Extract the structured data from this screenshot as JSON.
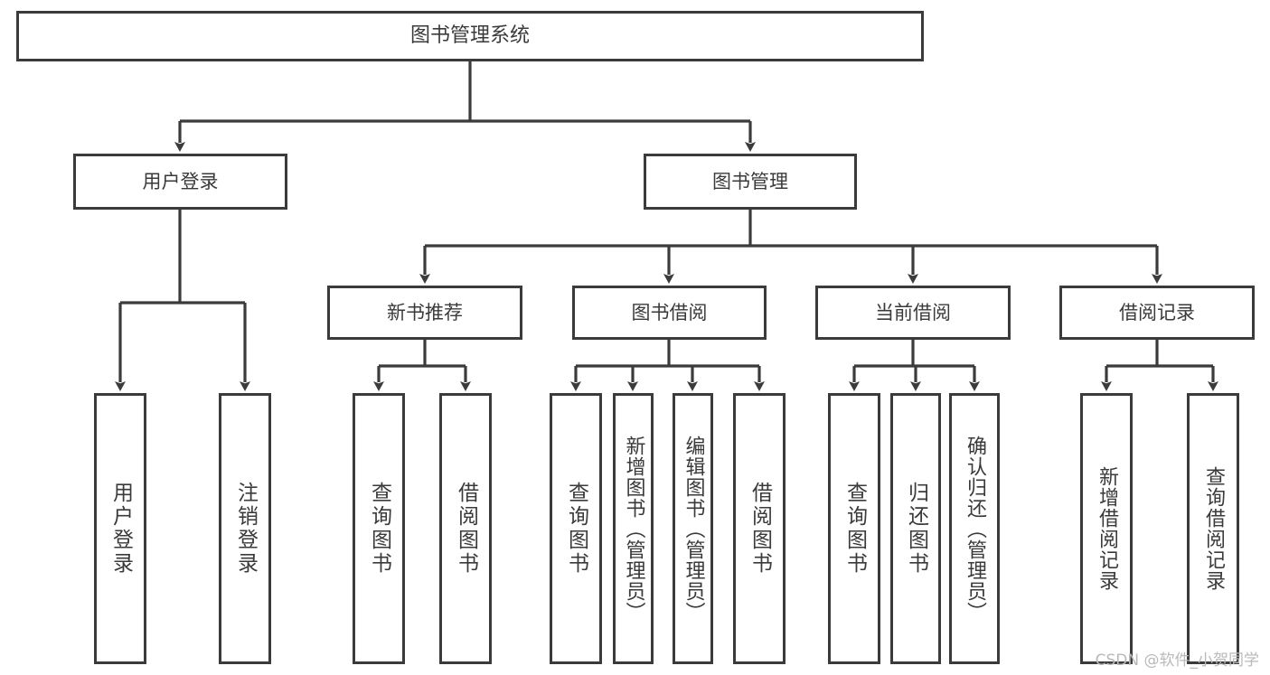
{
  "diagram": {
    "type": "tree",
    "title": "图书管理系统",
    "orientation": "top-down",
    "colors": {
      "stroke": "#3b3b3b",
      "fill": "#ffffff",
      "text": "#3a3a3a",
      "watermark": "#b9b9b9"
    },
    "root": {
      "label": "图书管理系统"
    },
    "level2": [
      {
        "label": "用户登录"
      },
      {
        "label": "图书管理"
      }
    ],
    "level3": [
      {
        "label": "新书推荐"
      },
      {
        "label": "图书借阅"
      },
      {
        "label": "当前借阅"
      },
      {
        "label": "借阅记录"
      }
    ],
    "leaves": {
      "user_login": [
        {
          "label": "用户登录"
        },
        {
          "label": "注销登录"
        }
      ],
      "new_book_recommend": [
        {
          "label": "查询图书"
        },
        {
          "label": "借阅图书"
        }
      ],
      "book_borrow": [
        {
          "label": "查询图书"
        },
        {
          "label": "新增图书（管理员）"
        },
        {
          "label": "编辑图书（管理员）"
        },
        {
          "label": "借阅图书"
        }
      ],
      "current_borrow": [
        {
          "label": "查询图书"
        },
        {
          "label": "归还图书"
        },
        {
          "label": "确认归还（管理员）"
        }
      ],
      "borrow_record": [
        {
          "label": "新增借阅记录"
        },
        {
          "label": "查询借阅记录"
        }
      ]
    }
  },
  "watermark": {
    "text": "CSDN @软件_小贺同学"
  }
}
